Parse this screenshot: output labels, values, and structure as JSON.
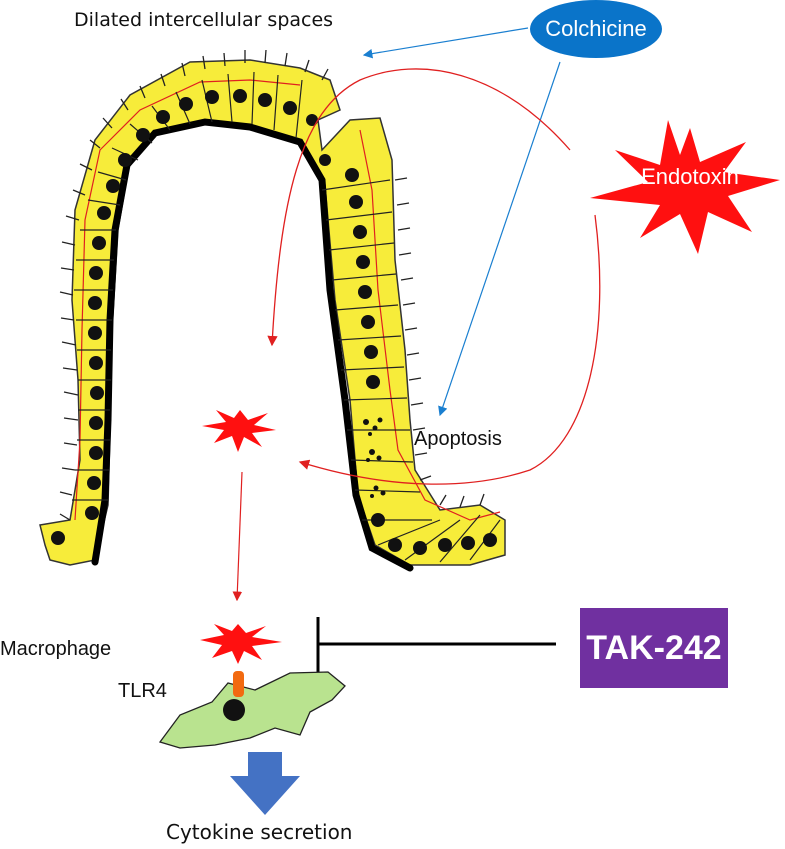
{
  "labels": {
    "dilated_spaces": "Dilated intercellular spaces",
    "colchicine": "Colchicine",
    "endotoxin": "Endotoxin",
    "apoptosis": "Apoptosis",
    "macrophage": "Macrophage",
    "tlr4": "TLR4",
    "tak242": "TAK-242",
    "cytokine": "Cytokine secretion"
  },
  "colors": {
    "epithelium": "#f7ec3a",
    "nucleus": "#111111",
    "colchicine": "#0a74c9",
    "endotoxin": "#ff1010",
    "inhibitor": "#7030a0",
    "macrophage": "#b9e38f",
    "receptor": "#f26a10",
    "secretion_arrow": "#4472c4"
  }
}
